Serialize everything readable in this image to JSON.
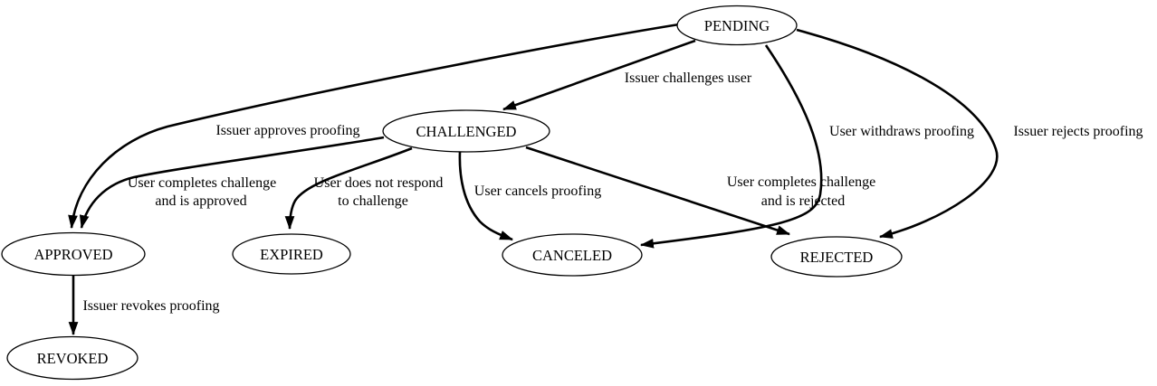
{
  "diagram": {
    "type": "state-machine-graph",
    "colors": {
      "background": "#ffffff",
      "node_fill": "#ffffff",
      "stroke": "#000000",
      "text": "#000000"
    },
    "nodes": [
      {
        "id": "pending",
        "label": "PENDING"
      },
      {
        "id": "challenged",
        "label": "CHALLENGED"
      },
      {
        "id": "approved",
        "label": "APPROVED"
      },
      {
        "id": "expired",
        "label": "EXPIRED"
      },
      {
        "id": "canceled",
        "label": "CANCELED"
      },
      {
        "id": "rejected",
        "label": "REJECTED"
      },
      {
        "id": "revoked",
        "label": "REVOKED"
      }
    ],
    "edges": [
      {
        "from": "PENDING",
        "to": "CHALLENGED",
        "label": "Issuer challenges user",
        "lines": [
          "Issuer challenges user"
        ]
      },
      {
        "from": "PENDING",
        "to": "APPROVED",
        "label": "Issuer approves proofing",
        "lines": [
          "Issuer approves proofing"
        ]
      },
      {
        "from": "PENDING",
        "to": "CANCELED",
        "label": "User withdraws proofing",
        "lines": [
          "User withdraws proofing"
        ]
      },
      {
        "from": "PENDING",
        "to": "REJECTED",
        "label": "Issuer rejects proofing",
        "lines": [
          "Issuer rejects proofing"
        ]
      },
      {
        "from": "CHALLENGED",
        "to": "APPROVED",
        "label": "User completes challenge and is approved",
        "lines": [
          "User completes challenge",
          "and is approved"
        ]
      },
      {
        "from": "CHALLENGED",
        "to": "EXPIRED",
        "label": "User does not respond to challenge",
        "lines": [
          "User does not respond",
          "to challenge"
        ]
      },
      {
        "from": "CHALLENGED",
        "to": "CANCELED",
        "label": "User cancels proofing",
        "lines": [
          "User cancels proofing"
        ]
      },
      {
        "from": "CHALLENGED",
        "to": "REJECTED",
        "label": "User completes challenge and is rejected",
        "lines": [
          "User completes challenge",
          "and is rejected"
        ]
      },
      {
        "from": "APPROVED",
        "to": "REVOKED",
        "label": "Issuer revokes proofing",
        "lines": [
          "Issuer revokes proofing"
        ]
      }
    ]
  }
}
